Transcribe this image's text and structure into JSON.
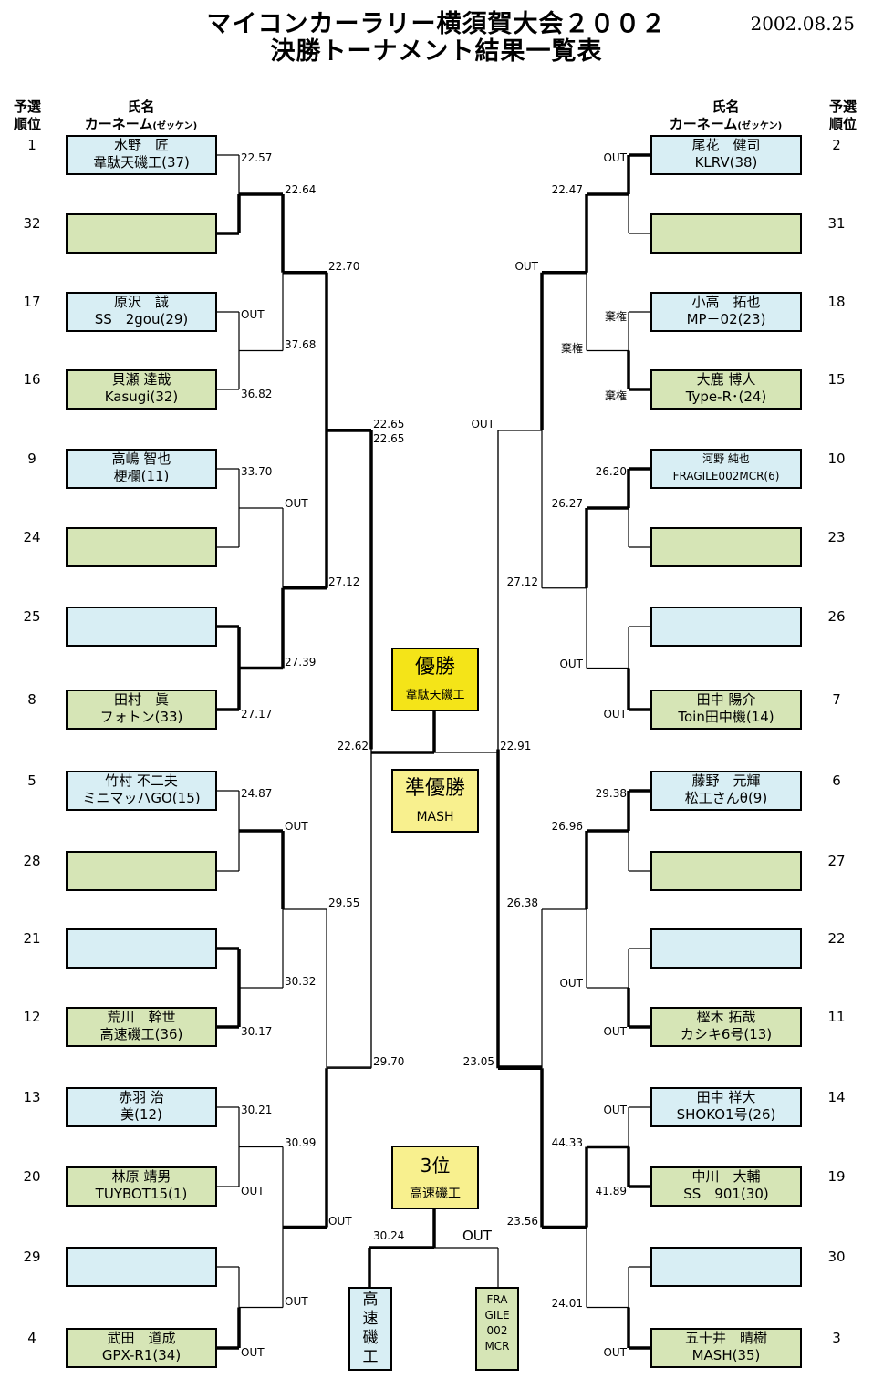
{
  "title1": "マイコンカーラリー横須賀大会２００２",
  "title2": "決勝トーナメント結果一覧表",
  "date": "2002.08.25",
  "header": {
    "seed1": "予選",
    "seed2": "順位",
    "name": "氏名",
    "car": "カーネーム",
    "zekken": "(ゼッケン)"
  },
  "left": [
    {
      "seed": "1",
      "name": "水野　匠",
      "car": "韋駄天磯工(37)"
    },
    {
      "seed": "32",
      "name": "",
      "car": ""
    },
    {
      "seed": "17",
      "name": "原沢　誠",
      "car": "SS　2gou(29)"
    },
    {
      "seed": "16",
      "name": "貝瀬 達哉",
      "car": "Kasugi(32)"
    },
    {
      "seed": "9",
      "name": "高嶋 智也",
      "car": "梗欄(11)"
    },
    {
      "seed": "24",
      "name": "",
      "car": ""
    },
    {
      "seed": "25",
      "name": "",
      "car": ""
    },
    {
      "seed": "8",
      "name": "田村　眞",
      "car": "フォトン(33)"
    },
    {
      "seed": "5",
      "name": "竹村 不二夫",
      "car": "ミニマッハGO(15)"
    },
    {
      "seed": "28",
      "name": "",
      "car": ""
    },
    {
      "seed": "21",
      "name": "",
      "car": ""
    },
    {
      "seed": "12",
      "name": "荒川　幹世",
      "car": "高速磯工(36)"
    },
    {
      "seed": "13",
      "name": "赤羽 治",
      "car": "美(12)"
    },
    {
      "seed": "20",
      "name": "林原 靖男",
      "car": "TUYBOT15(1)"
    },
    {
      "seed": "29",
      "name": "",
      "car": ""
    },
    {
      "seed": "4",
      "name": "武田　道成",
      "car": "GPX-R1(34)"
    }
  ],
  "right": [
    {
      "seed": "2",
      "name": "尾花　健司",
      "car": "KLRV(38)"
    },
    {
      "seed": "31",
      "name": "",
      "car": ""
    },
    {
      "seed": "18",
      "name": "小高　拓也",
      "car": "MP－02(23)"
    },
    {
      "seed": "15",
      "name": "大鹿 博人",
      "car": "Type-R･(24)"
    },
    {
      "seed": "10",
      "name": "河野 純也",
      "car": "FRAGILE002MCR(6)"
    },
    {
      "seed": "23",
      "name": "",
      "car": ""
    },
    {
      "seed": "26",
      "name": "",
      "car": ""
    },
    {
      "seed": "7",
      "name": "田中 陽介",
      "car": "Toin田中機(14)"
    },
    {
      "seed": "6",
      "name": "藤野　元輝",
      "car": "松工さんθ(9)"
    },
    {
      "seed": "27",
      "name": "",
      "car": ""
    },
    {
      "seed": "22",
      "name": "",
      "car": ""
    },
    {
      "seed": "11",
      "name": "樫木 拓哉",
      "car": "カシキ6号(13)"
    },
    {
      "seed": "14",
      "name": "田中 祥大",
      "car": "SHOKO1号(26)"
    },
    {
      "seed": "19",
      "name": "中川　大輔",
      "car": "SS　901(30)"
    },
    {
      "seed": "30",
      "name": "",
      "car": ""
    },
    {
      "seed": "3",
      "name": "五十井　晴樹",
      "car": "MASH(35)"
    }
  ],
  "results": {
    "l1": [
      "22.57",
      "",
      "OUT",
      "36.82",
      "33.70",
      "",
      "",
      "27.17",
      "24.87",
      "",
      "",
      "30.17",
      "30.21",
      "OUT",
      "",
      "OUT"
    ],
    "l2": [
      "22.64",
      "37.68",
      "OUT",
      "27.39",
      "OUT",
      "30.32",
      "30.99",
      "OUT"
    ],
    "l3": [
      "22.70",
      "27.12",
      "29.55",
      "OUT"
    ],
    "l4": [
      "22.65",
      "29.70"
    ],
    "l5": [
      "22.62"
    ],
    "r1": [
      "OUT",
      "",
      "棄権",
      "棄権",
      "26.20",
      "",
      "",
      "OUT",
      "29.38",
      "",
      "",
      "OUT",
      "OUT",
      "41.89",
      "",
      "OUT"
    ],
    "r2": [
      "22.47",
      "棄権",
      "26.27",
      "OUT",
      "26.96",
      "OUT",
      "44.33",
      "24.01"
    ],
    "r3": [
      "OUT",
      "27.12",
      "26.38",
      "23.56"
    ],
    "r4": [
      "OUT",
      "23.05"
    ],
    "r5": [
      "22.91"
    ]
  },
  "winner": {
    "label": "優勝",
    "team": "韋駄天磯工"
  },
  "runnerup": {
    "label": "準優勝",
    "team": "MASH"
  },
  "third": {
    "label": "3位",
    "team": "高速磯工",
    "time": "30.24",
    "out": "OUT"
  },
  "third_left": [
    "高",
    "速",
    "磯",
    "工"
  ],
  "third_right": [
    "FRA",
    "GILE",
    "002",
    "MCR"
  ]
}
